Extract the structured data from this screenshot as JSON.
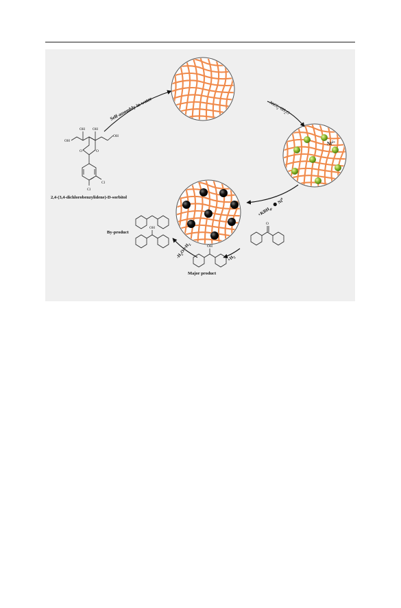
{
  "labels": {
    "self_assembly": "Self-assembly in water",
    "nickel_salt": "NiCl",
    "nickel_salt_sub": "2",
    "hydrate": "·6H",
    "hydrate_sub": "2",
    "hydrate_tail": "O",
    "ni_ion": "Ni",
    "ni_ion_sup": "2+",
    "reduction_prefix": "+KBH",
    "reduction_sub": "4",
    "reduction_comma": ",",
    "ni_zero": "Ni",
    "ni_zero_sup": "0",
    "compound_name": "2,4-(3,4-dichlorobenzylidene)-D-sorbitol",
    "plus_h2": "+H",
    "plus_h2_sub": "2",
    "minus_h2o_h2": "-H",
    "minus_h2o_h2_sub1": "2",
    "minus_h2o_h2_mid": "O/+H",
    "minus_h2o_h2_sub2": "2",
    "by_product": "By-product",
    "major_product": "Major product",
    "oh_1": "OH",
    "oh_2": "OH",
    "oh_3": "OH",
    "oh_4": "OH",
    "ring_o1": "O",
    "ring_o2": "O",
    "cl_1": "Cl",
    "cl_2": "Cl",
    "oh_major": "OH",
    "oh_byproduct": "OH",
    "ketone_o": "O"
  },
  "colors": {
    "network": "#f08a4b",
    "ni_ion": "#8ab82a",
    "ni_particle": "#111111",
    "background": "#efefef"
  }
}
